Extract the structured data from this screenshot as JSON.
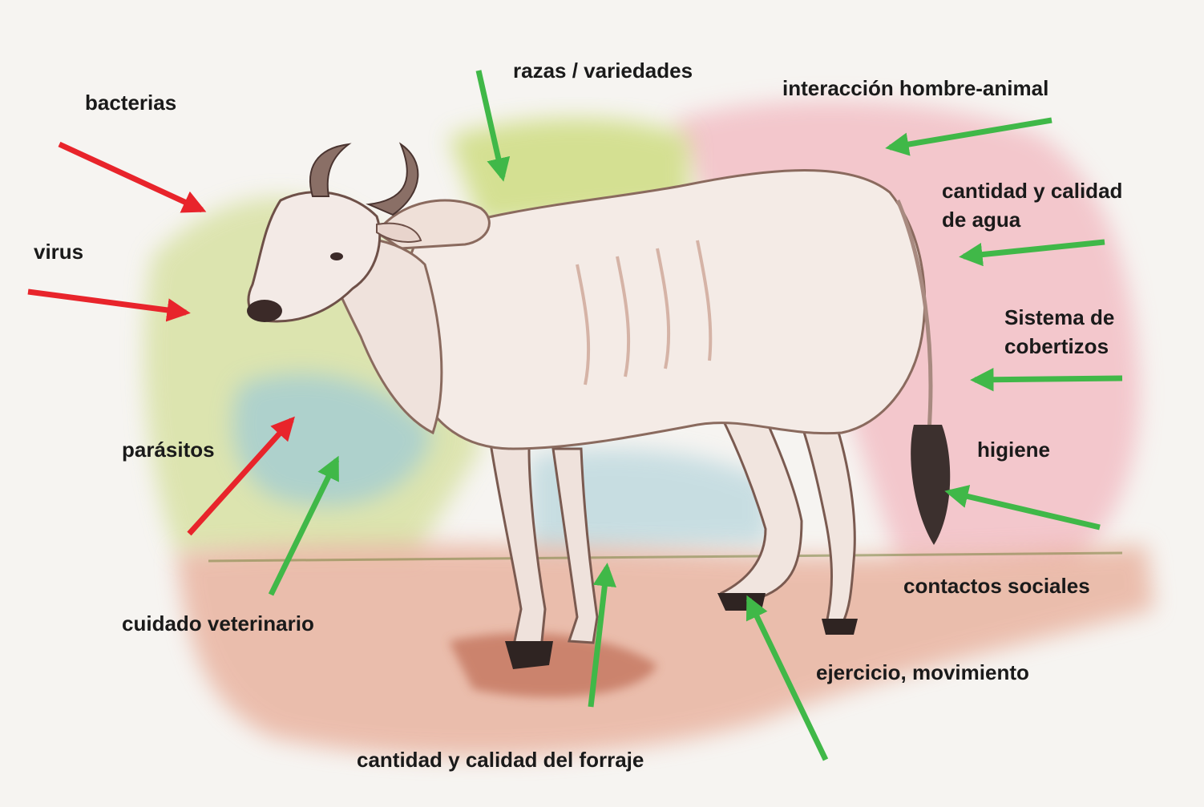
{
  "colors": {
    "negative_arrow": "#e8242b",
    "positive_arrow": "#40b848",
    "label_text": "#1a1a1a",
    "paper": "#f6f4f1"
  },
  "illustration": {
    "icon": "zebu-cow-watercolor-icon"
  },
  "negative_factors": [
    {
      "id": "bacterias",
      "text": "bacterias"
    },
    {
      "id": "virus",
      "text": "virus"
    },
    {
      "id": "parasitos",
      "text": "parásitos"
    }
  ],
  "positive_factors": [
    {
      "id": "razas",
      "text": "razas / variedades"
    },
    {
      "id": "interaccion",
      "text": "interacción hombre-animal"
    },
    {
      "id": "agua",
      "lines": [
        "cantidad y calidad",
        "de agua"
      ]
    },
    {
      "id": "cobertizos",
      "lines": [
        "Sistema de",
        "cobertizos"
      ]
    },
    {
      "id": "higiene",
      "text": "higiene"
    },
    {
      "id": "contactos",
      "text": "contactos sociales"
    },
    {
      "id": "ejercicio",
      "text": "ejercicio, movimiento"
    },
    {
      "id": "forraje",
      "text": "cantidad y calidad del forraje"
    },
    {
      "id": "veterinario",
      "text": "cuidado veterinario"
    }
  ]
}
